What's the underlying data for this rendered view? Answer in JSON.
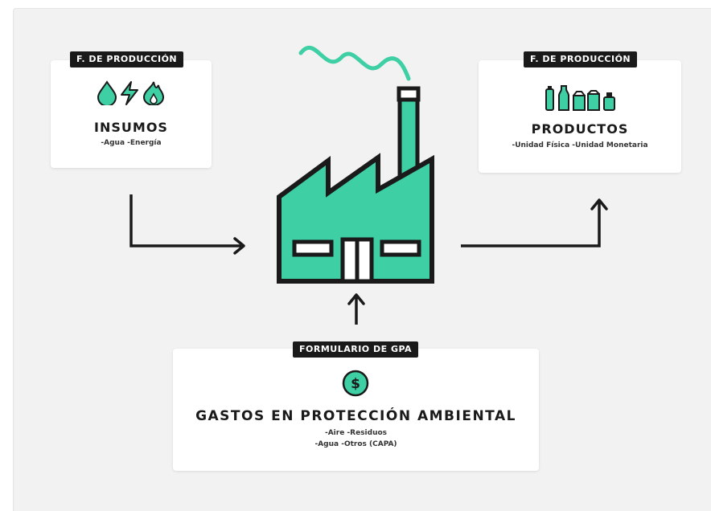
{
  "left_card": {
    "tag": "F. DE PRODUCCIÓN",
    "title": "INSUMOS",
    "subtitle": "-Agua -Energía"
  },
  "right_card": {
    "tag": "F. DE PRODUCCIÓN",
    "title": "PRODUCTOS",
    "subtitle": "-Unidad Física -Unidad Monetaria"
  },
  "bottom_card": {
    "tag": "FORMULARIO DE GPA",
    "title": "GASTOS EN PROTECCIÓN AMBIENTAL",
    "line1": "-Aire -Residuos",
    "line2": "-Agua -Otros (CAPA)"
  },
  "colors": {
    "accent": "#3ecfa4",
    "outline": "#1a1a1a",
    "card": "#ffffff",
    "background": "#f2f2f2"
  },
  "icons": {
    "inputs": [
      "water-drop-icon",
      "lightning-icon",
      "flame-icon"
    ],
    "products": [
      "bottle-icon",
      "bottle-icon",
      "box-icon",
      "box-icon",
      "jar-icon"
    ],
    "expense": "dollar-coin-icon",
    "center": "factory-icon"
  }
}
